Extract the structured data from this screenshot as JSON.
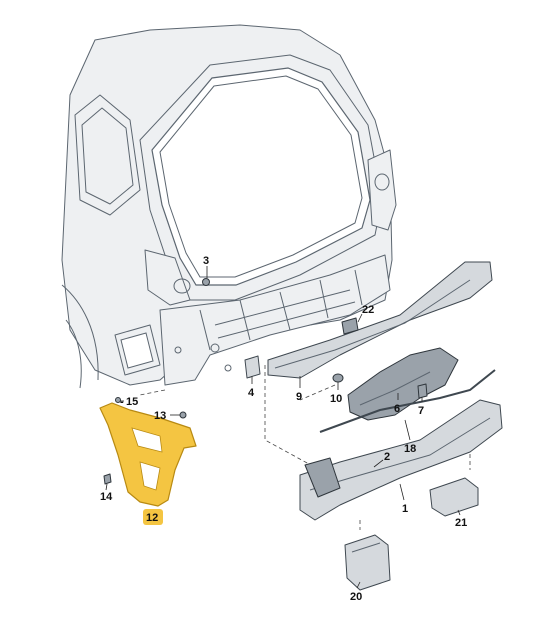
{
  "colors": {
    "highlight_part": "#f4c542",
    "highlight_stroke": "#b88a12",
    "callout_badge": "#f4c542"
  },
  "parts": {
    "p1": "1",
    "p2": "2",
    "p3": "3",
    "p4": "4",
    "p6": "6",
    "p7": "7",
    "p9": "9",
    "p10": "10",
    "p12": "12",
    "p13": "13",
    "p14": "14",
    "p15": "15",
    "p18": "18",
    "p20": "20",
    "p21": "21",
    "p22": "22"
  },
  "highlighted_part": "12"
}
